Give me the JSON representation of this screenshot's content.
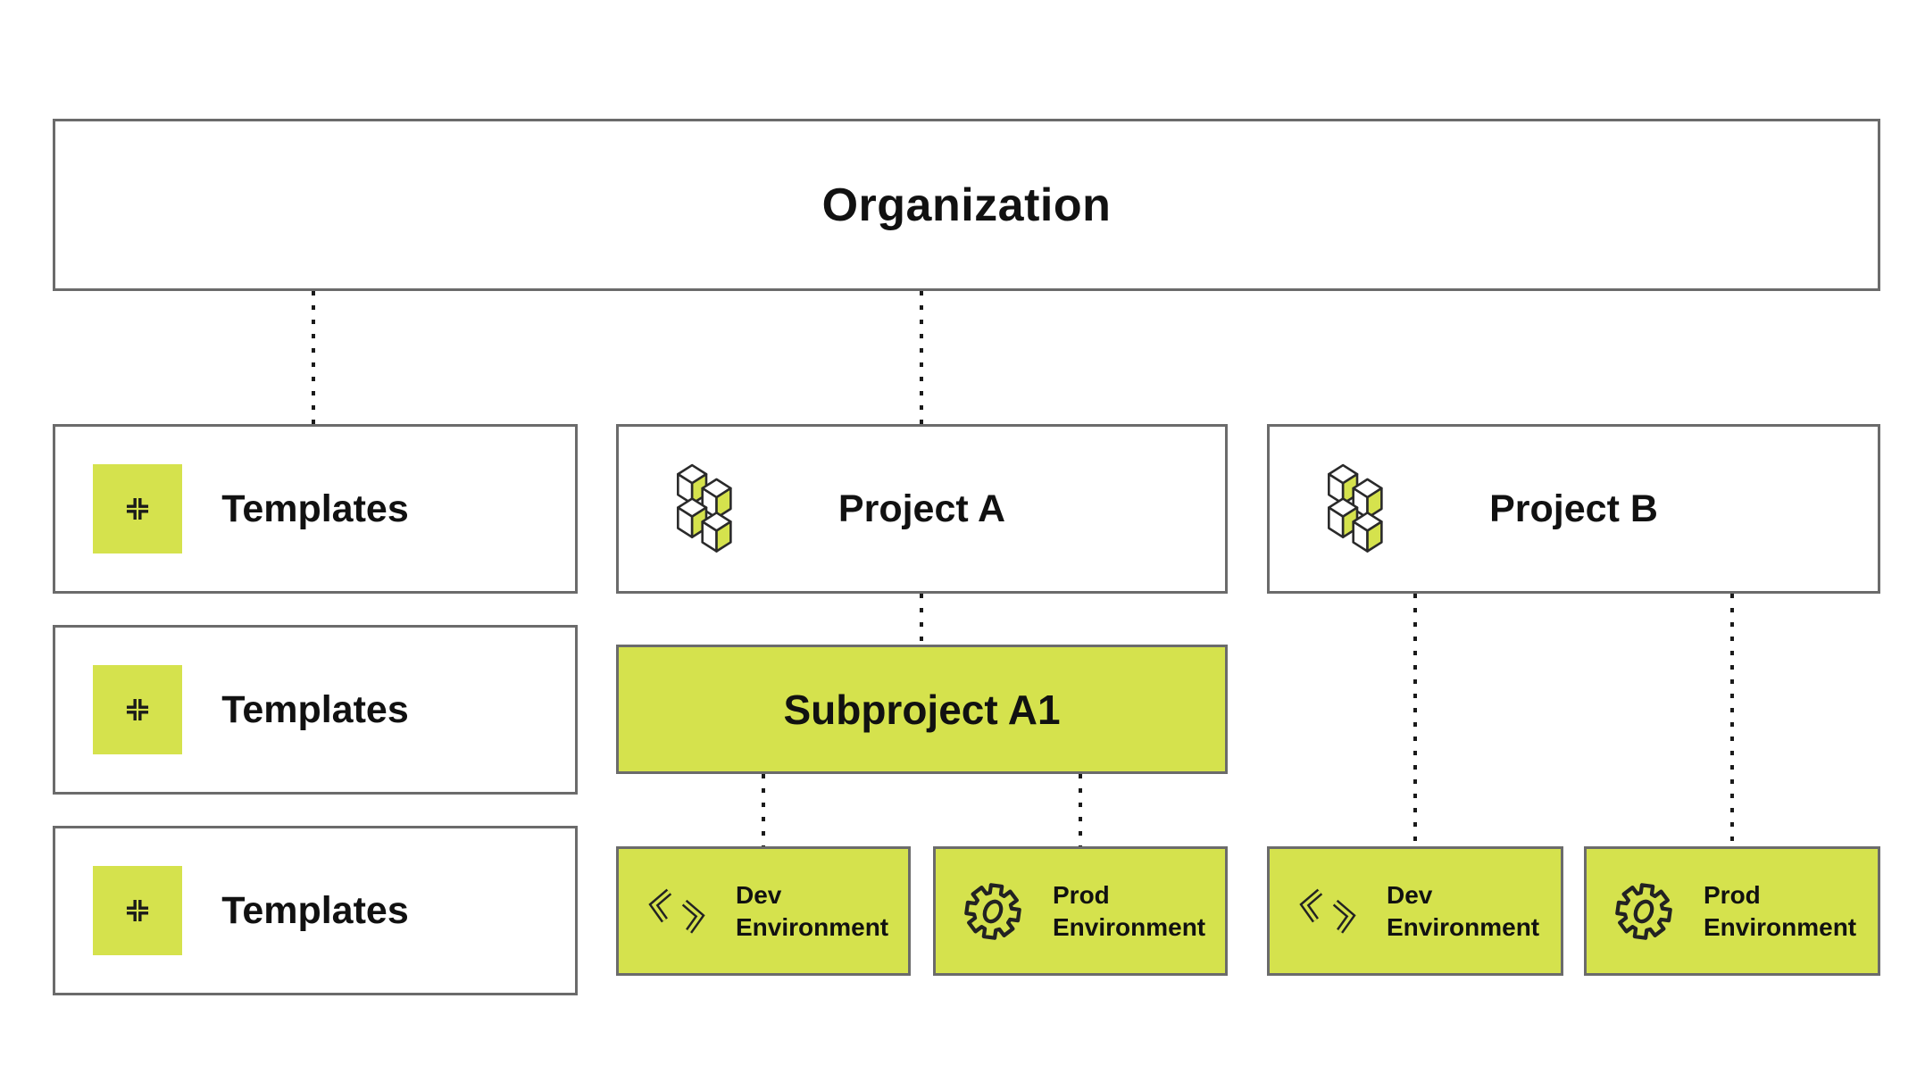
{
  "palette": {
    "lime": "#d5e24d",
    "box_border_gray": "#6b6b6b",
    "text_black": "#111111",
    "icon_stroke_dark": "#222222",
    "background": "#ffffff",
    "connector_dot": "#1a1a1a"
  },
  "diagram": {
    "organization": {
      "label": "Organization"
    },
    "templates": [
      {
        "label": "Templates",
        "icon": "collapse-icon"
      },
      {
        "label": "Templates",
        "icon": "collapse-icon"
      },
      {
        "label": "Templates",
        "icon": "collapse-icon"
      }
    ],
    "project_a": {
      "label": "Project A",
      "icon": "cubes-icon",
      "subproject": {
        "label": "Subproject A1"
      },
      "environments": [
        {
          "label": "Dev Environment",
          "icon": "code-brackets-icon"
        },
        {
          "label": "Prod Environment",
          "icon": "gear-icon"
        }
      ]
    },
    "project_b": {
      "label": "Project B",
      "icon": "cubes-icon",
      "environments": [
        {
          "label": "Dev Environment",
          "icon": "code-brackets-icon"
        },
        {
          "label": "Prod Environment",
          "icon": "gear-icon"
        }
      ]
    }
  }
}
